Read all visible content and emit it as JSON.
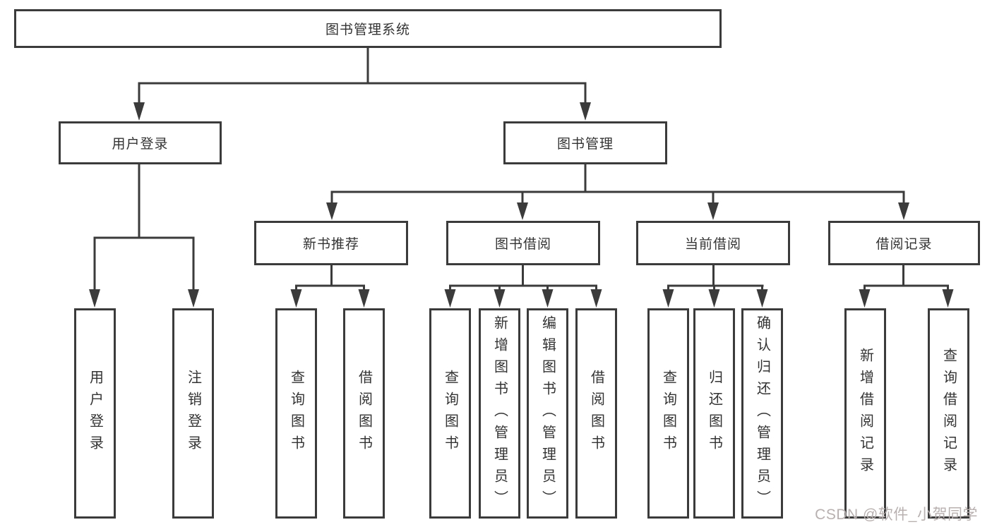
{
  "diagram": {
    "root": "图书管理系统",
    "level2": [
      "用户登录",
      "图书管理"
    ],
    "level3": [
      "新书推荐",
      "图书借阅",
      "当前借阅",
      "借阅记录"
    ],
    "leaves": [
      "用户登录",
      "注销登录",
      "查询图书",
      "借阅图书",
      "查询图书",
      "新增图书（管理员）",
      "编辑图书（管理员）",
      "借阅图书",
      "查询图书",
      "归还图书",
      "确认归还（管理员）",
      "新增借阅记录",
      "查询借阅记录"
    ]
  },
  "watermark": "CSDN @软件_小贺同学",
  "colors": {
    "line": "#3b3b3b",
    "text": "#333333",
    "background": "#ffffff",
    "watermark": "#b9b0b0"
  }
}
